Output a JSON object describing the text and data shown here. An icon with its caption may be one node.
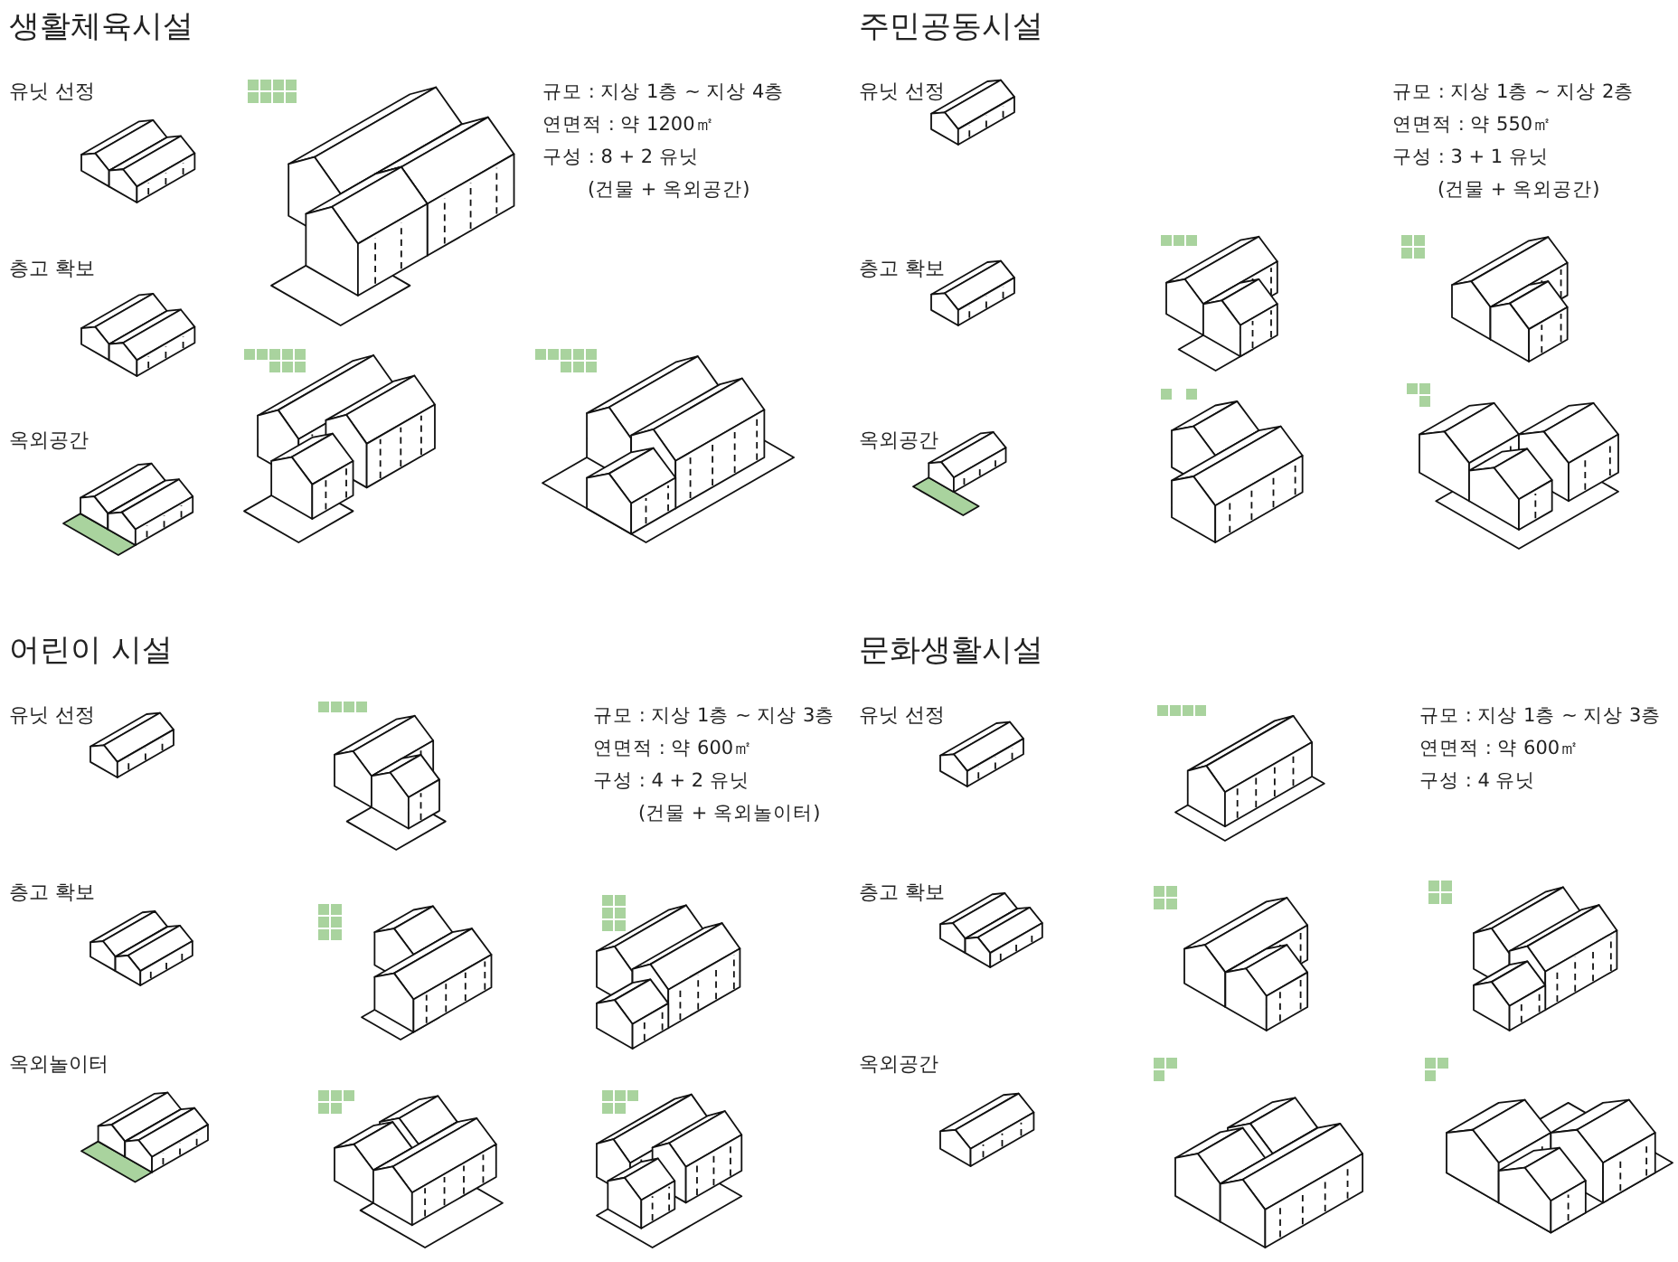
{
  "diagram": {
    "labels": [
      "생활체육시설",
      "유닛 선정",
      "층고 확보",
      "옥외공간",
      "규모 : 지상 1층 ~ 지상 4층",
      "연면적 : 약 1200㎡",
      "구성 : 8 + 2 유닛",
      "(건물 + 옥외공간)",
      "주민공동시설",
      "유닛 선정",
      "층고 확보",
      "옥외공간",
      "규모 : 지상 1층 ~ 지상 2층",
      "연면적 : 약 550㎡",
      "구성 : 3 + 1 유닛",
      "(건물 + 옥외공간)",
      "어린이 시설",
      "유닛 선정",
      "층고 확보",
      "옥외놀이터",
      "규모 : 지상 1층 ~ 지상 3층",
      "연면적 : 약 600㎡",
      "구성 : 4 + 2 유닛",
      "(건물 + 옥외놀이터)",
      "문화생활시설",
      "유닛 선정",
      "층고 확보",
      "옥외공간",
      "규모 : 지상 1층 ~ 지상 3층",
      "연면적 : 약 600㎡",
      "구성 : 4 유닛"
    ]
  }
}
